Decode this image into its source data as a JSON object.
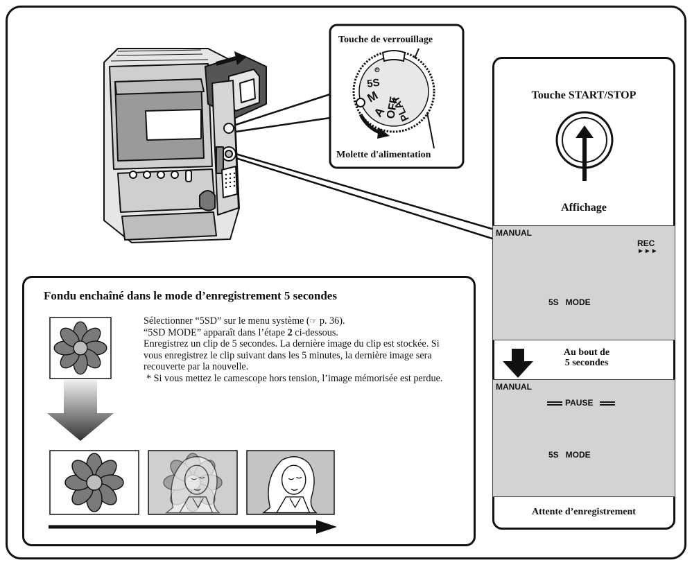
{
  "camera": {
    "lock_key_label": "Touche de verrouillage",
    "power_dial_label": "Molette d'alimentation",
    "dial_marks": [
      "5S",
      "M",
      "A",
      "OFF",
      "PLAY"
    ]
  },
  "right_panel": {
    "start_stop_label": "Touche START/STOP",
    "display_label": "Affichage",
    "screen1": {
      "mode": "MANUAL",
      "rec": "REC",
      "rec_arrows": "►►►",
      "status": "5S   MODE"
    },
    "transition_label_line1": "Au bout de",
    "transition_label_line2": "5 secondes",
    "screen2": {
      "mode": "MANUAL",
      "pause": "PAUSE",
      "status": "5S   MODE"
    },
    "caption": "Attente d’enregistrement"
  },
  "fade_section": {
    "title": "Fondu enchaîné dans le mode d’enregistrement 5 secondes",
    "para_before_ref": "Sélectionner “5SD” sur le menu système (",
    "ref_icon": "☞",
    "para_ref_page": " p. 36).",
    "para2_before_bold": "“5SD MODE” apparaît dans l’étape ",
    "para2_bold": "2",
    "para2_after": " ci-dessous.",
    "para3": "Enregistrez un clip de 5 secondes. La dernière image du clip est stockée. Si vous enregistrez le clip suivant dans les 5 minutes, la dernière image sera recouverte par la nouvelle.",
    "note_star": "*",
    "note_text": "Si vous mettez le camescope hors tension, l’image mémorisée est perdue."
  }
}
